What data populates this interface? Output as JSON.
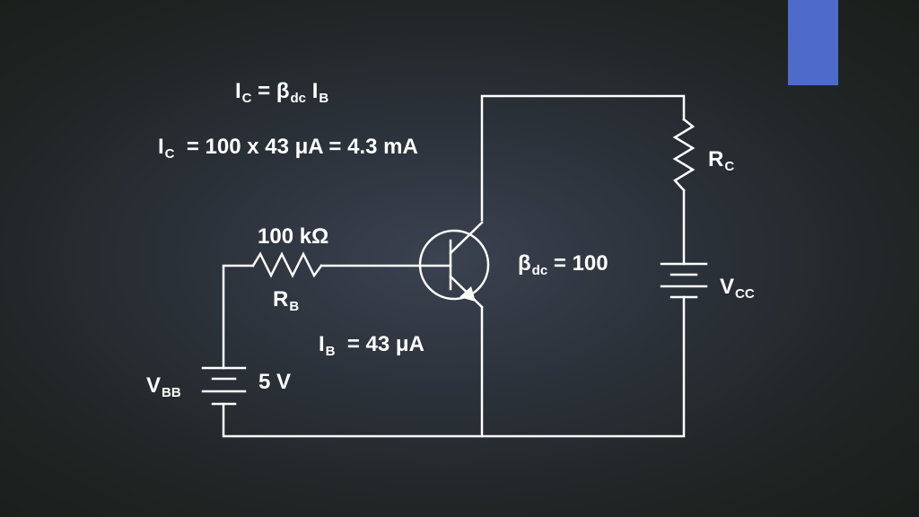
{
  "accent_color": "#4f6bc9",
  "wire_color": "#ffffff",
  "formula": {
    "main": "I",
    "main_sub": "C",
    "eq": " = β",
    "beta_sub": "dc",
    "ib": " I",
    "ib_sub": "B"
  },
  "calc": {
    "main": "I",
    "main_sub": "C",
    "rest": "  = 100 x 43 μA = 4.3 mA"
  },
  "rb_value": "100 kΩ",
  "rb_label": {
    "main": "R",
    "sub": "B"
  },
  "ib_value": {
    "main": "I",
    "sub": "B",
    "rest": "  = 43 μA"
  },
  "vbb_label": {
    "main": "V",
    "sub": "BB"
  },
  "vbb_value": "5 V",
  "beta": {
    "main": "β",
    "sub": "dc",
    "rest": " = 100"
  },
  "rc_label": {
    "main": "R",
    "sub": "C"
  },
  "vcc_label": {
    "main": "V",
    "sub": "CC"
  }
}
